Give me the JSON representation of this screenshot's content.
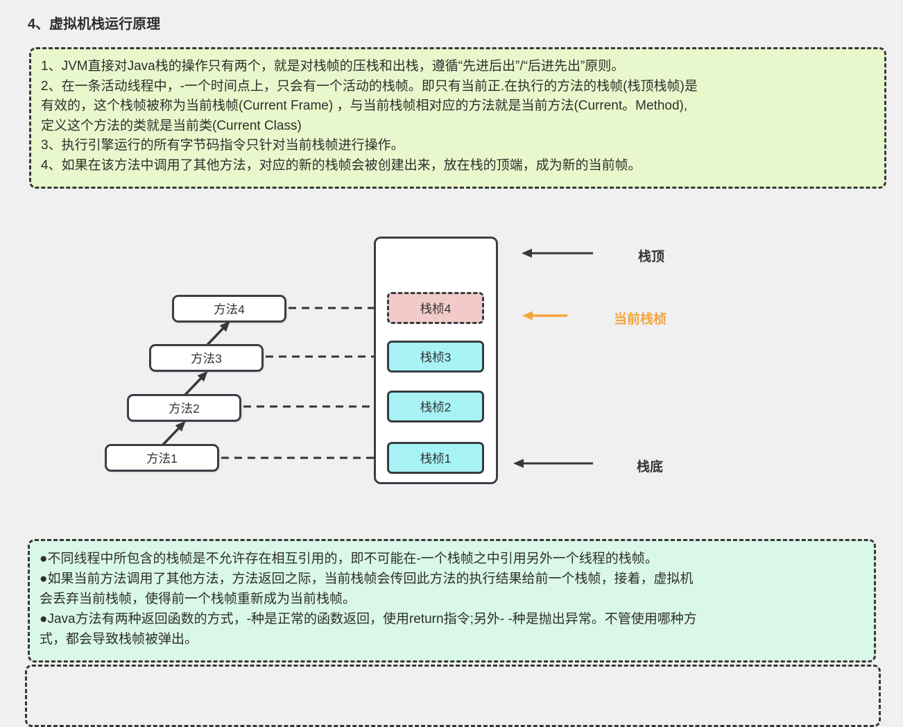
{
  "title": "4、虚拟机栈运行原理",
  "info_box_top": {
    "lines": [
      "1、JVM直接对Java栈的操作只有两个，就是对栈帧的压栈和出栈，遵循“先进后出”/“后进先出”原则。",
      "2、在一条活动线程中，-一个时间点上，只会有一个活动的栈帧。即只有当前正.在执行的方法的栈帧(栈顶栈帧)是",
      "有效的，这个栈帧被称为当前栈帧(Current Frame) ，与当前栈帧相对应的方法就是当前方法(Current。Method),",
      "定义这个方法的类就是当前类(Current Class)",
      "3、执行引擎运行的所有字节码指令只针对当前栈帧进行操作。",
      "4、如果在该方法中调用了其他方法，对应的新的栈帧会被创建出来，放在栈的顶端，成为新的当前帧。"
    ]
  },
  "diagram": {
    "methods": [
      {
        "label": "方法1"
      },
      {
        "label": "方法2"
      },
      {
        "label": "方法3"
      },
      {
        "label": "方法4"
      }
    ],
    "frames": [
      {
        "label": "栈桢1",
        "state": "normal"
      },
      {
        "label": "栈桢2",
        "state": "normal"
      },
      {
        "label": "栈桢3",
        "state": "normal"
      },
      {
        "label": "栈桢4",
        "state": "current"
      }
    ],
    "labels": {
      "stack_top": "栈顶",
      "current_frame": "当前栈桢",
      "stack_bottom": "栈底"
    }
  },
  "info_box_bottom": {
    "lines": [
      "●不同线程中所包含的栈帧是不允许存在相互引用的，即不可能在-一个栈帧之中引用另外一个线程的栈帧。",
      "●如果当前方法调用了其他方法，方法返回之际，当前栈帧会传回此方法的执行结果给前一个栈帧，接着，虚拟机",
      "会丢弃当前栈帧，使得前一个栈帧重新成为当前栈帧。",
      "●Java方法有两种返回函数的方式，-种是正常的函数返回，使用return指令;另外- -种是抛出异常。不管使用哪种方",
      "式，都会导致栈帧被弹出。"
    ]
  },
  "colors": {
    "background": "#f0f0f1",
    "note_green": "#e9f8cc",
    "note_mint": "#d9f8e7",
    "frame_cyan": "#a7f2f5",
    "frame_pink": "#f3caca",
    "stroke_dark": "#383838",
    "accent_orange": "#f5a43b"
  }
}
